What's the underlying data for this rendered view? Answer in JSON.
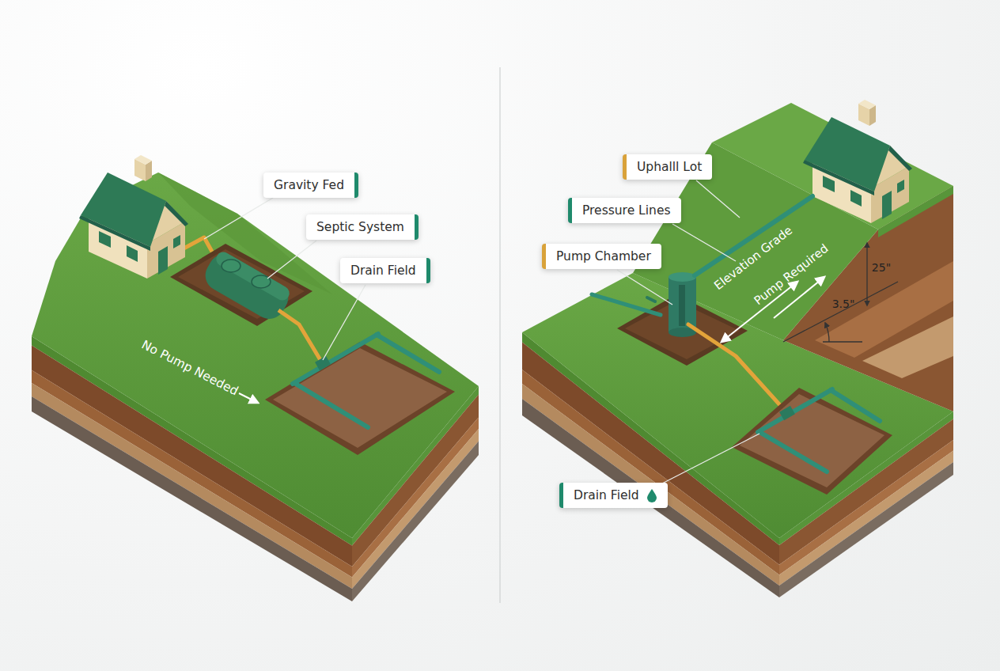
{
  "diagram": {
    "nodes": [
      {
        "text": [
          "Gravity Fed"
        ]
      },
      {
        "text": [
          "Septic System"
        ]
      },
      {
        "text": [
          "Drain Field"
        ]
      },
      {
        "text": [
          "Uphalll Lot"
        ]
      },
      {
        "text": [
          "Pressure Lines"
        ]
      },
      {
        "text": [
          "Pump Chamber"
        ]
      },
      {
        "text": [
          "Drain Field"
        ]
      }
    ],
    "labels": [
      "No Pump Needed",
      "Elevation Grade",
      "Pump Required",
      "25\"",
      "3.5\""
    ]
  }
}
